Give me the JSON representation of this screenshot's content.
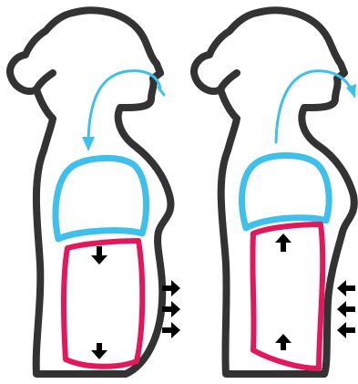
{
  "colors": {
    "body_outline": "#333333",
    "lung": "#3fc0ea",
    "abdomen": "#e2185b",
    "arrow": "#000000",
    "airflow": "#3fc0ea",
    "background": "#ffffff"
  },
  "panels": [
    {
      "id": "inhale",
      "airflow": "into-mouth",
      "diaphragm_arrows": "down",
      "abdomen_side_arrows": "outward"
    },
    {
      "id": "exhale",
      "airflow": "out-of-mouth",
      "diaphragm_arrows": "up",
      "abdomen_side_arrows": "inward"
    }
  ]
}
